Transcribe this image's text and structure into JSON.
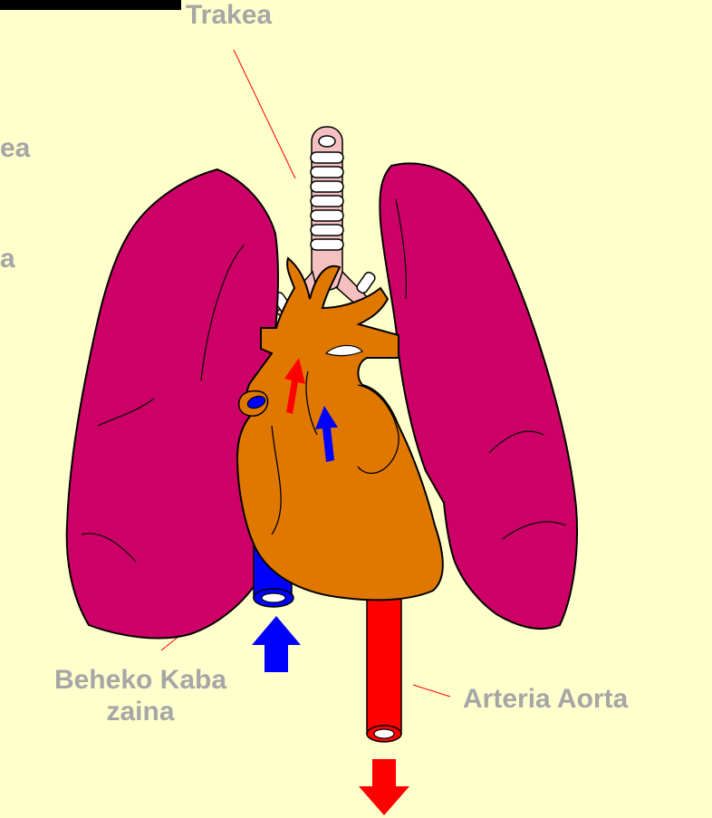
{
  "labels": {
    "trachea": "Trakea",
    "cut_top": "ea",
    "cut_mid": "a",
    "vena_cava_line1": "Beheko Kaba",
    "vena_cava_line2": "zaina",
    "aorta": "Arteria Aorta"
  },
  "colors": {
    "background": "#ffffcc",
    "lung": "#cc0066",
    "heart": "#e07800",
    "trachea": "#f5c0c0",
    "vein": "#0000ff",
    "artery": "#ff0000",
    "label": "#a6a6a6"
  }
}
